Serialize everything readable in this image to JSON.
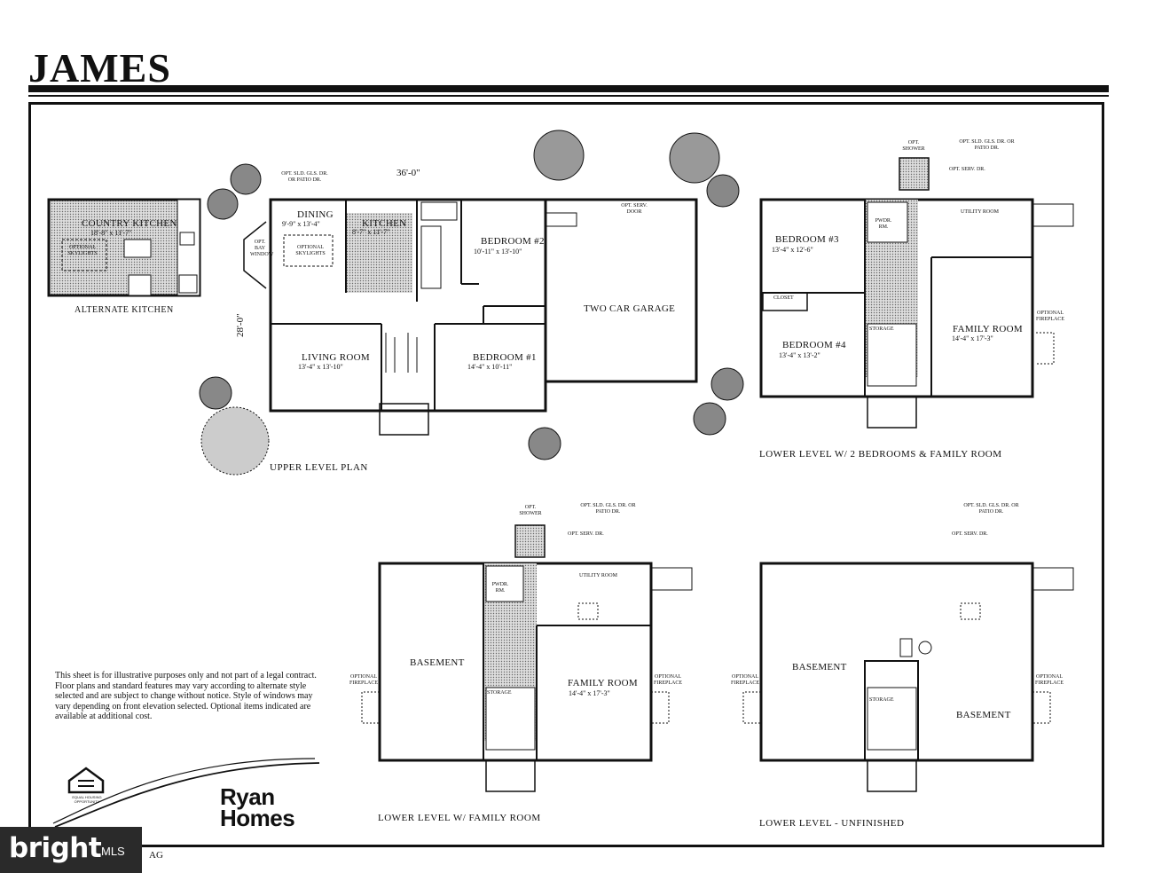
{
  "title": "JAMES",
  "overall_width": "36'-0\"",
  "overall_depth": "28'-0\"",
  "alternate_kitchen": {
    "room": "Country Kitchen",
    "room_dim": "18'-8\" x 11'-7\"",
    "skylights": "Optional Skylights",
    "caption": "Alternate Kitchen"
  },
  "upper": {
    "caption": "Upper Level Plan",
    "opt_door": "Opt. Sld. Gls. Dr. or Patio Dr.",
    "bay_window": "Opt. Bay Window",
    "skylights": "Optional Skylights",
    "garage_door": "Opt. Serv. Door",
    "rooms": [
      {
        "name": "Dining",
        "dim": "9'-9\" x 13'-4\""
      },
      {
        "name": "Kitchen",
        "dim": "8'-7\" x 11'-7\""
      },
      {
        "name": "Bedroom #2",
        "dim": "10'-11\" x 13'-10\""
      },
      {
        "name": "Two Car Garage",
        "dim": ""
      },
      {
        "name": "Living Room",
        "dim": "13'-4\" x 13'-10\""
      },
      {
        "name": "Bedroom #1",
        "dim": "14'-4\" x 10'-11\""
      }
    ]
  },
  "lower2br": {
    "caption": "Lower Level w/ 2 Bedrooms & Family Room",
    "opt_shower": "Opt. Shower",
    "opt_door": "Opt. Sld. Gls. Dr. or Patio Dr.",
    "serv_door": "Opt. Serv. Dr.",
    "utility": "Utility Room",
    "closet": "Closet",
    "storage": "Storage",
    "powder": "Pwdr. Rm.",
    "fireplace": "Optional Fireplace",
    "rooms": [
      {
        "name": "Bedroom #3",
        "dim": "13'-4\" x 12'-6\""
      },
      {
        "name": "Bedroom #4",
        "dim": "13'-4\" x 13'-2\""
      },
      {
        "name": "Family Room",
        "dim": "14'-4\" x 17'-3\""
      }
    ]
  },
  "lowerFam": {
    "caption": "Lower Level w/ Family Room",
    "opt_shower": "Opt. Shower",
    "opt_door": "Opt. Sld. Gls. Dr. or Patio Dr.",
    "serv_door": "Opt. Serv. Dr.",
    "utility": "Utility Room",
    "powder": "Pwdr. Rm.",
    "storage": "Storage",
    "fireplace_left": "Optional Fireplace",
    "fireplace_right": "Optional Fireplace",
    "rooms": [
      {
        "name": "Basement",
        "dim": ""
      },
      {
        "name": "Family Room",
        "dim": "14'-4\" x 17'-3\""
      }
    ]
  },
  "lowerUnf": {
    "caption": "Lower Level - Unfinished",
    "opt_door": "Opt. Sld. Gls. Dr. or Patio Dr.",
    "serv_door": "Opt. Serv. Dr.",
    "storage": "Storage",
    "fireplace_left": "Optional Fireplace",
    "fireplace_right": "Optional Fireplace",
    "rooms": [
      {
        "name": "Basement",
        "dim": ""
      },
      {
        "name": "Basement",
        "dim": ""
      }
    ]
  },
  "disclaimer": "This sheet is for illustrative purposes only and not part of a legal contract. Floor plans and standard features may vary according to alternate style selected and are subject to change without notice. Style of windows may vary depending on front elevation selected. Optional items indicated are available at additional cost.",
  "eho_caption": "Equal Housing Opportunity",
  "brand": {
    "line1": "Ryan",
    "line2": "Homes"
  },
  "watermark": {
    "brand": "bright",
    "suffix": "MLS"
  },
  "code": "AG"
}
